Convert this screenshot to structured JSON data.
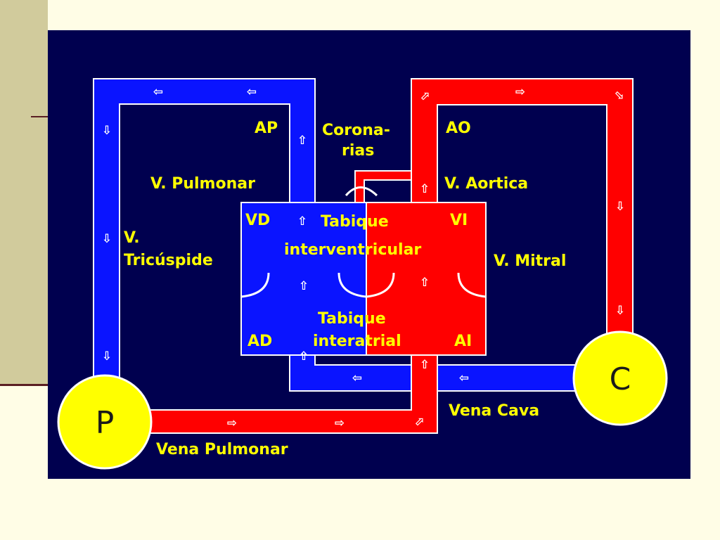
{
  "labels": {
    "ap": "AP",
    "coronarias_1": "Corona-",
    "coronarias_2": "rias",
    "ao": "AO",
    "v_pulmonar": "V. Pulmonar",
    "v_aortica": "V. Aortica",
    "vd": "VD",
    "tabique_1": "Tabique",
    "vi": "VI",
    "tabique_interventricular": "interventricular",
    "v_tricuspide_1": "V.",
    "v_tricuspide_2": "Tricúspide",
    "v_mitral": "V. Mitral",
    "tabique_2": "Tabique",
    "interatrial": "interatrial",
    "ad": "AD",
    "ai": "AI",
    "vena_cava": "Vena Cava",
    "vena_pulmonar": "Vena Pulmonar"
  },
  "nodes": {
    "p": "P",
    "c": "C"
  },
  "colors": {
    "background": "#FFFDE6",
    "panel": "#00004F",
    "venous": "#0A14FF",
    "arterial": "#FF0000",
    "label": "#FFFF00",
    "node": "#FFFF00"
  }
}
